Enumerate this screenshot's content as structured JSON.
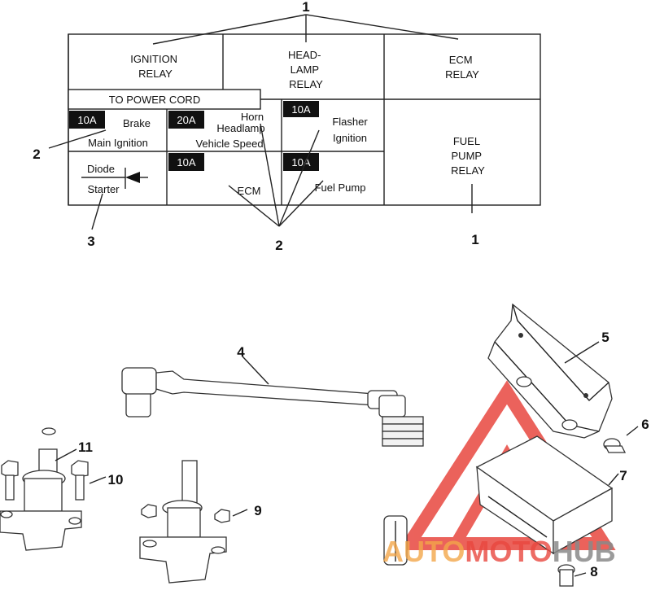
{
  "fuse_block": {
    "relays": {
      "ignition": [
        "IGNITION",
        "RELAY"
      ],
      "headlamp": [
        "HEAD-",
        "LAMP",
        "RELAY"
      ],
      "ecm": [
        "ECM",
        "RELAY"
      ],
      "fuel_pump": [
        "FUEL",
        "PUMP",
        "RELAY"
      ]
    },
    "power_cord_label": "TO POWER CORD",
    "fuses": [
      {
        "rating": "10A",
        "circuits": [
          "Brake",
          "Main Ignition"
        ]
      },
      {
        "rating": "20A",
        "circuits": [
          "Horn",
          "Headlamp",
          "Vehicle Speed"
        ]
      },
      {
        "rating": "10A",
        "circuits": [
          "Flasher",
          "Ignition"
        ]
      },
      {
        "rating": "10A",
        "circuits": [
          "ECM"
        ]
      },
      {
        "rating": "10A",
        "circuits": [
          "Fuel Pump"
        ]
      }
    ],
    "diode": {
      "labels": [
        "Diode",
        "Starter"
      ]
    }
  },
  "callouts": {
    "relay_top": "1",
    "relay_bottom": "1",
    "fuse_left": "2",
    "fuse_bottom": "2",
    "diode": "3",
    "cable": "4",
    "bracket": "5",
    "bolt_small": "6",
    "module": "7",
    "bolt_bottom": "8",
    "nut": "9",
    "bolt_left": "10",
    "terminal": "11"
  },
  "watermark": {
    "auto": "AUTO",
    "moto": "MOTO",
    "hub": "HUB"
  },
  "colors": {
    "fuse_fill": "#111111",
    "watermark_red": "#e8473f",
    "watermark_orange": "#f3a64a",
    "watermark_gray": "#8a8a8a"
  }
}
